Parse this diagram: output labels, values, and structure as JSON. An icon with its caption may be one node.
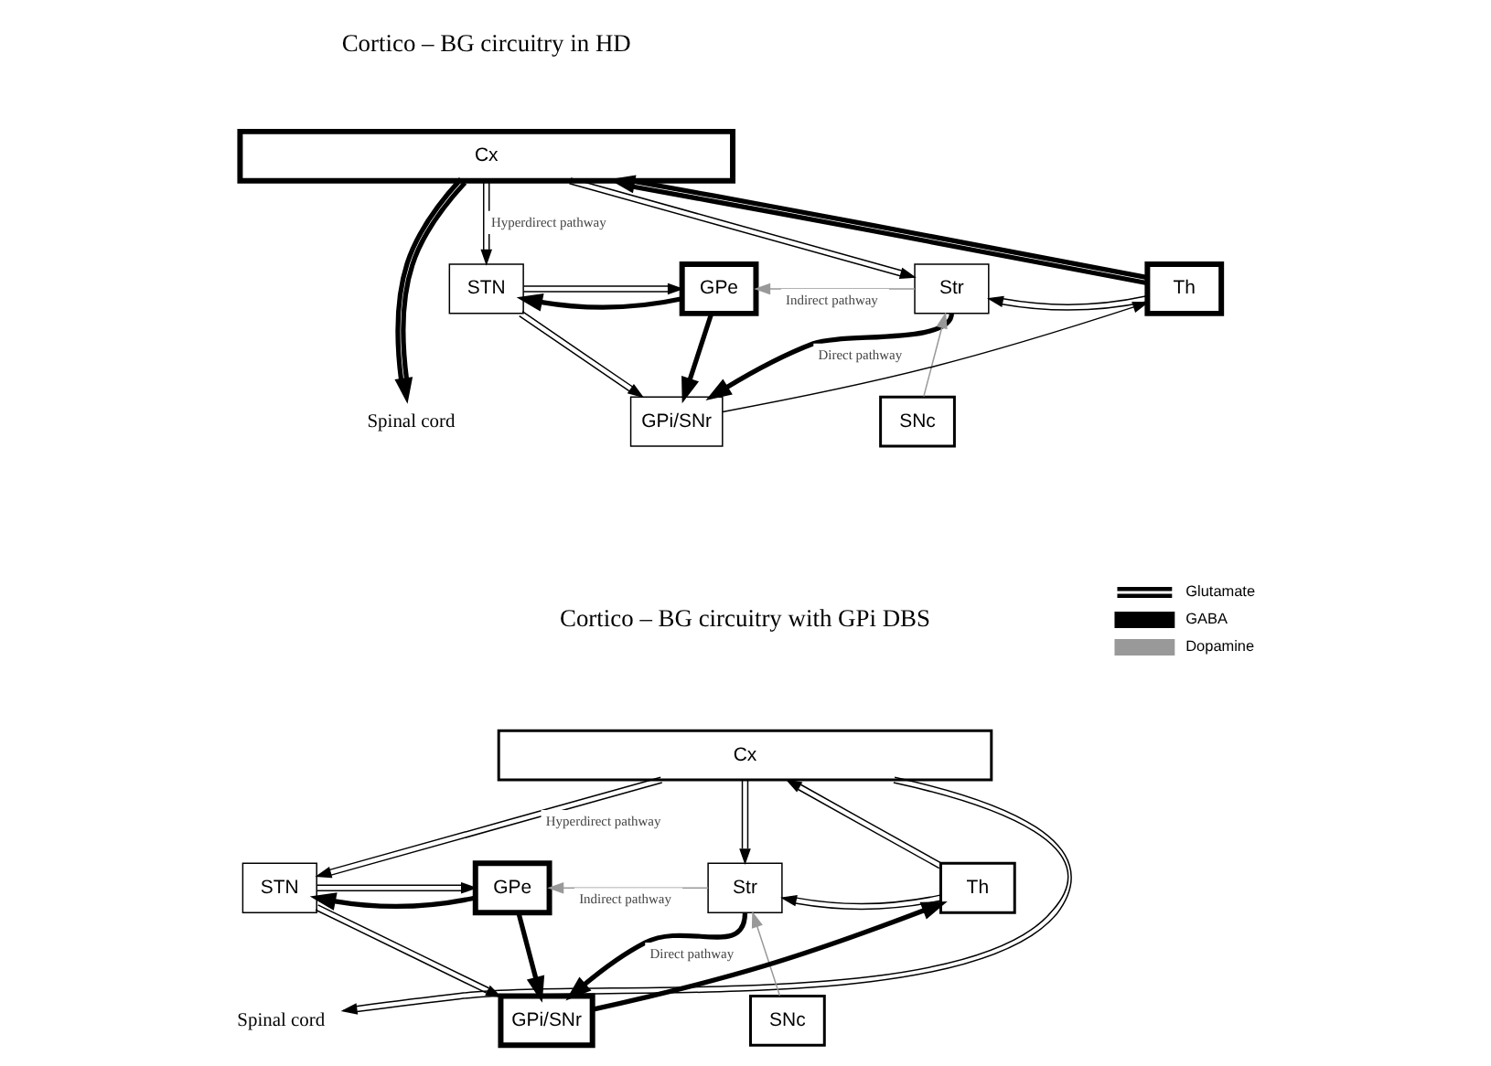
{
  "diagram": {
    "nodes": [
      {
        "text": [
          "Cx"
        ]
      },
      {
        "text": [
          "STN"
        ]
      },
      {
        "text": [
          "GPe"
        ]
      },
      {
        "text": [
          "Str"
        ]
      },
      {
        "text": [
          "Th"
        ]
      },
      {
        "text": [
          "SNc"
        ]
      },
      {
        "text": [
          "GPi/SNr"
        ]
      },
      {
        "text": [
          "Spinal cord"
        ]
      },
      {
        "text": [
          "Cx"
        ]
      },
      {
        "text": [
          "STN"
        ]
      },
      {
        "text": [
          "GPe"
        ]
      },
      {
        "text": [
          "Str"
        ]
      },
      {
        "text": [
          "Th"
        ]
      },
      {
        "text": [
          "SNc"
        ]
      },
      {
        "text": [
          "GPi/SNr"
        ]
      },
      {
        "text": [
          "Spinal cord"
        ]
      }
    ],
    "edges": [
      {
        "from": 0,
        "to": 1,
        "arrow": "to",
        "label": "Hyperdirect pathway"
      },
      {
        "from": 0,
        "to": 3,
        "arrow": "to"
      },
      {
        "from": 0,
        "to": 7,
        "arrow": "to",
        "style": "thick"
      },
      {
        "from": 4,
        "to": 0,
        "arrow": "to",
        "style": "thick"
      },
      {
        "from": 2,
        "to": 1,
        "arrow": "to",
        "style": "thick"
      },
      {
        "from": 1,
        "to": 2,
        "arrow": "to"
      },
      {
        "from": 3,
        "to": 2,
        "arrow": "to",
        "label": "Indirect pathway",
        "color": "#999999"
      },
      {
        "from": 4,
        "to": 3,
        "arrow": "to"
      },
      {
        "from": 2,
        "to": 6,
        "arrow": "to",
        "style": "thick"
      },
      {
        "from": 3,
        "to": 6,
        "arrow": "to",
        "label": "Direct pathway",
        "style": "thick"
      },
      {
        "from": 5,
        "to": 3,
        "arrow": "to",
        "color": "#999999"
      },
      {
        "from": 1,
        "to": 6,
        "arrow": "to"
      },
      {
        "from": 6,
        "to": 4,
        "arrow": "to"
      },
      {
        "from": 8,
        "to": 9,
        "arrow": "to",
        "label": "Hyperdirect pathway"
      },
      {
        "from": 8,
        "to": 11,
        "arrow": "to"
      },
      {
        "from": 8,
        "to": 15,
        "arrow": "to"
      },
      {
        "from": 12,
        "to": 8,
        "arrow": "to"
      },
      {
        "from": 10,
        "to": 9,
        "arrow": "to",
        "style": "thick"
      },
      {
        "from": 9,
        "to": 10,
        "arrow": "to"
      },
      {
        "from": 11,
        "to": 10,
        "arrow": "to",
        "label": "Indirect pathway",
        "color": "#999999"
      },
      {
        "from": 12,
        "to": 11,
        "arrow": "to"
      },
      {
        "from": 10,
        "to": 14,
        "arrow": "to",
        "style": "thick"
      },
      {
        "from": 11,
        "to": 14,
        "arrow": "to",
        "label": "Direct pathway",
        "style": "thick"
      },
      {
        "from": 13,
        "to": 11,
        "arrow": "to",
        "color": "#999999"
      },
      {
        "from": 9,
        "to": 14,
        "arrow": "to"
      },
      {
        "from": 14,
        "to": 12,
        "arrow": "to",
        "style": "thick"
      }
    ],
    "labels": [
      "Cortico – BG circuitry in HD",
      "Cortico – BG circuitry with GPi DBS"
    ],
    "legend": [
      {
        "text": "Glutamate"
      },
      {
        "text": "GABA"
      },
      {
        "text": "Dopamine"
      }
    ]
  }
}
